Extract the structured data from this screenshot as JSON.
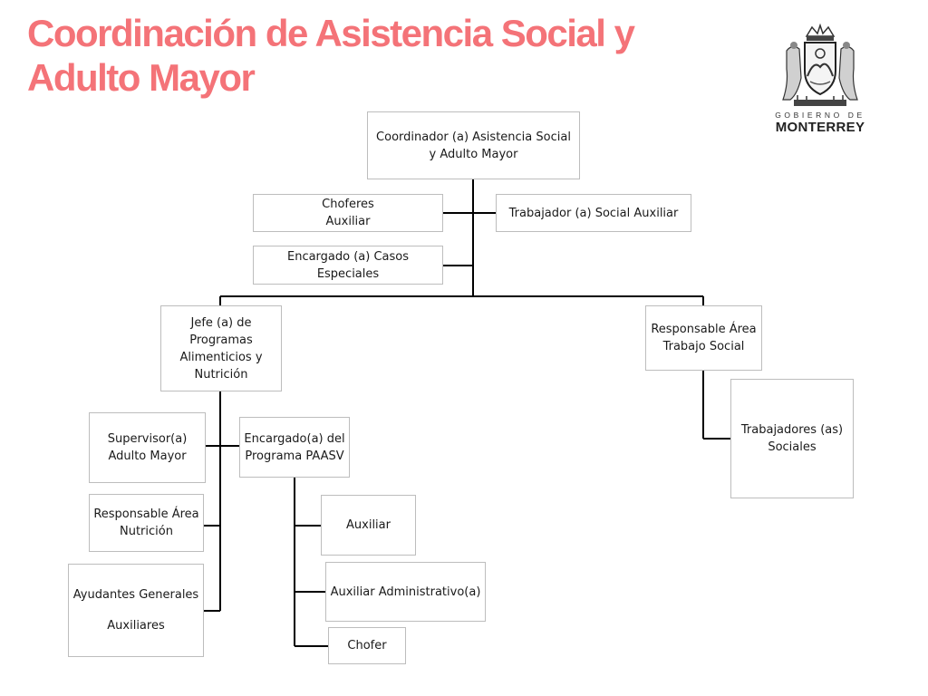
{
  "title": {
    "line1": "Coordinación de Asistencia Social y",
    "line2": "Adulto Mayor"
  },
  "logo": {
    "top_text": "GOBIERNO DE",
    "bottom_text": "MONTERREY",
    "icon": "monterrey-coat-of-arms"
  },
  "colors": {
    "title": "#f47378",
    "box_border": "#bdbdbd",
    "connector": "#000000"
  },
  "org": {
    "coordinator": {
      "l1": "Coordinador (a) Asistencia Social",
      "l2": "y Adulto Mayor"
    },
    "choferes": {
      "l1": "Choferes",
      "l2": "Auxiliar"
    },
    "trabajador_aux": {
      "l1": "Trabajador (a) Social Auxiliar"
    },
    "casos": {
      "l1": "Encargado (a) Casos",
      "l2": "Especiales"
    },
    "jefe": {
      "l1": "Jefe (a) de",
      "l2": "Programas",
      "l3": "Alimenticios y",
      "l4": "Nutrición"
    },
    "resp_trabajo": {
      "l1": "Responsable Área",
      "l2": "Trabajo Social"
    },
    "supervisor": {
      "l1": "Supervisor(a)",
      "l2": "Adulto Mayor"
    },
    "encargado_paasv": {
      "l1": "Encargado(a) del",
      "l2": "Programa PAASV"
    },
    "trabajadores": {
      "l1": "Trabajadores (as)",
      "l2": "Sociales"
    },
    "resp_nutricion": {
      "l1": "Responsable Área",
      "l2": "Nutrición"
    },
    "auxiliar": {
      "l1": "Auxiliar"
    },
    "ayudantes": {
      "l1": "Ayudantes Generales",
      "l2": "Auxiliares"
    },
    "aux_admin": {
      "l1": "Auxiliar Administrativo(a)"
    },
    "chofer": {
      "l1": "Chofer"
    }
  }
}
